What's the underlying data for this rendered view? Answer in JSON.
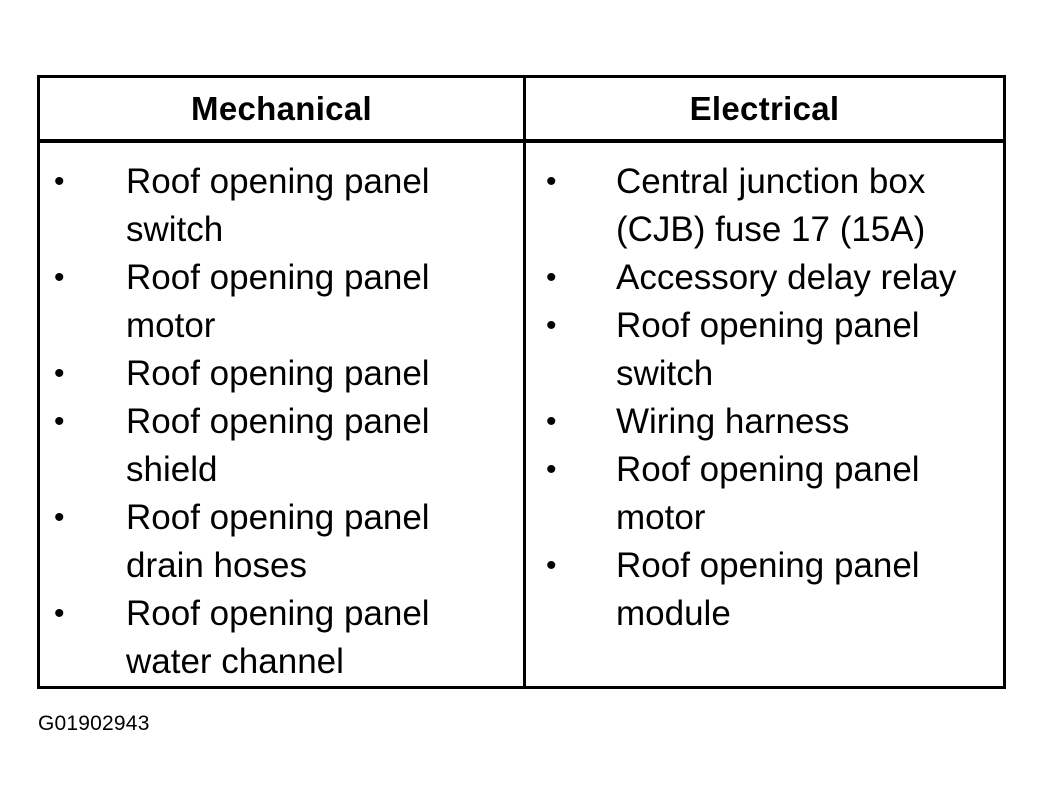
{
  "table": {
    "columns": [
      {
        "header": "Mechanical",
        "items": [
          "Roof opening panel switch",
          "Roof opening panel motor",
          "Roof opening panel",
          "Roof opening panel shield",
          "Roof opening panel drain hoses",
          "Roof opening panel water channel"
        ]
      },
      {
        "header": "Electrical",
        "items": [
          "Central junction box (CJB) fuse 17 (15A)",
          "Accessory delay relay",
          "Roof opening panel switch",
          "Wiring harness",
          "Roof opening panel motor",
          "Roof opening panel module"
        ]
      }
    ],
    "bullet_char": "•"
  },
  "figure_id": "G01902943"
}
